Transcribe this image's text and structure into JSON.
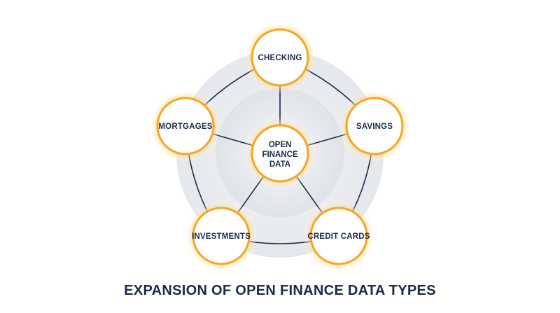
{
  "title": "EXPANSION OF OPEN FINANCE DATA TYPES",
  "center": {
    "lines": [
      "OPEN",
      "FINANCE",
      "DATA"
    ]
  },
  "nodes": [
    {
      "id": "checking",
      "label": "CHECKING"
    },
    {
      "id": "savings",
      "label": "SAVINGS"
    },
    {
      "id": "credit-cards",
      "label": "CREDIT CARDS"
    },
    {
      "id": "investments",
      "label": "INVESTMENTS"
    },
    {
      "id": "mortgages",
      "label": "MORTGAGES"
    }
  ],
  "colors": {
    "ring": "#f5a623",
    "glow": "#f8c55a",
    "text": "#1c2a4a",
    "line": "#1c2a4a",
    "disc_outer": "#e9ebef",
    "disc_inner": "#dfe2e7"
  }
}
